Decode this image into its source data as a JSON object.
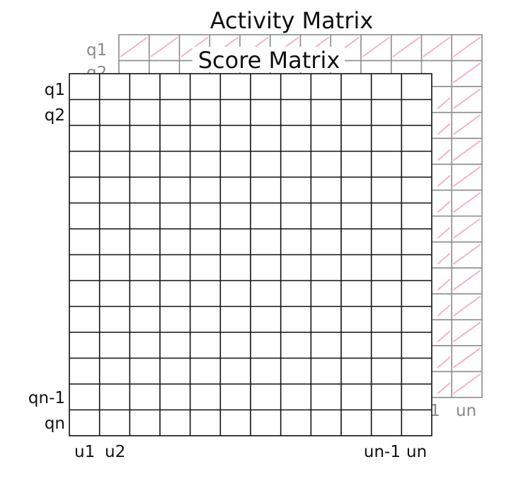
{
  "back_matrix": {
    "title": "Activity Matrix",
    "row_labels": {
      "top": "q1",
      "second": "q2"
    },
    "col_labels": {
      "last": "un",
      "second_last": "un-1"
    },
    "rows": 14,
    "cols": 12,
    "grid_color": "#8a8a8a",
    "label_color": "#8a8a8a",
    "mark_color": "#f0b4c8"
  },
  "front_matrix": {
    "title": "Score Matrix",
    "row_labels": {
      "top": "q1",
      "second": "q2",
      "second_last": "qn-1",
      "last": "qn"
    },
    "col_labels": {
      "first": "u1",
      "second": "u2",
      "second_last": "un-1",
      "last": "un"
    },
    "rows": 14,
    "cols": 12,
    "grid_color": "#111111",
    "label_color": "#111111"
  }
}
